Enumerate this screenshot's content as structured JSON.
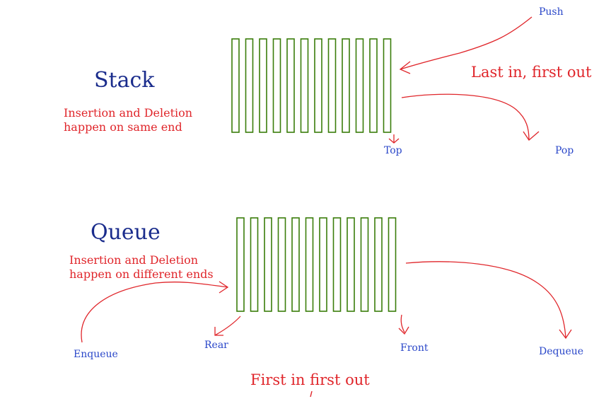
{
  "stack": {
    "title": "Stack",
    "note_line1": "Insertion and Deletion",
    "note_line2": "happen on same end",
    "push_label": "Push",
    "pop_label": "Pop",
    "top_label": "Top",
    "rule": "Last in, first out",
    "slot_count": 12
  },
  "queue": {
    "title": "Queue",
    "note_line1": "Insertion and Deletion",
    "note_line2": "happen on different ends",
    "enqueue_label": "Enqueue",
    "dequeue_label": "Dequeue",
    "rear_label": "Rear",
    "front_label": "Front",
    "rule": "First in first out",
    "slot_count": 12
  },
  "colors": {
    "title": "#1a2c8c",
    "note": "#e0262b",
    "label": "#2a47c9",
    "arrow": "#e0262b",
    "slot": "#3a7d0a"
  }
}
